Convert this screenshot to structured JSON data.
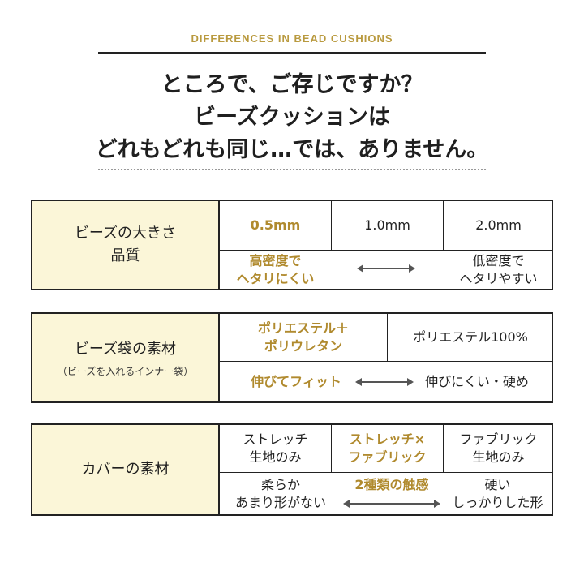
{
  "header": {
    "title": "DIFFERENCES IN BEAD CUSHIONS",
    "lines": [
      "ところで、ご存じですか？",
      "ビーズクッションは",
      "どれもどれも同じ…では、ありません。"
    ]
  },
  "tables": [
    {
      "category": [
        "ビーズの大きさ",
        "品質"
      ],
      "sizes": [
        "0.5mm",
        "1.0mm",
        "2.0mm"
      ],
      "left_quality": [
        "高密度で",
        "ヘタリにくい"
      ],
      "right_quality": [
        "低密度で",
        "ヘタリやすい"
      ]
    },
    {
      "category": [
        "ビーズ袋の素材"
      ],
      "category_note": "（ビーズを入れるインナー袋）",
      "materials": [
        [
          "ポリエステル＋",
          "ポリウレタン"
        ],
        [
          "ポリエステル100%"
        ]
      ],
      "left_feel": "伸びてフィット",
      "right_feel": "伸びにくい・硬め"
    },
    {
      "category": [
        "カバーの素材"
      ],
      "covers": [
        [
          "ストレッチ",
          "生地のみ"
        ],
        [
          "ストレッチ×",
          "ファブリック"
        ],
        [
          "ファブリック",
          "生地のみ"
        ]
      ],
      "left_feel": [
        "柔らか",
        "あまり形がない"
      ],
      "middle_feel": "2種類の触感",
      "right_feel": [
        "硬い",
        "しっかりした形"
      ]
    }
  ],
  "colors": {
    "accent": "#b08a2e",
    "header_accent": "#b99a3f",
    "category_bg": "#fbf6d8",
    "border": "#222222"
  }
}
